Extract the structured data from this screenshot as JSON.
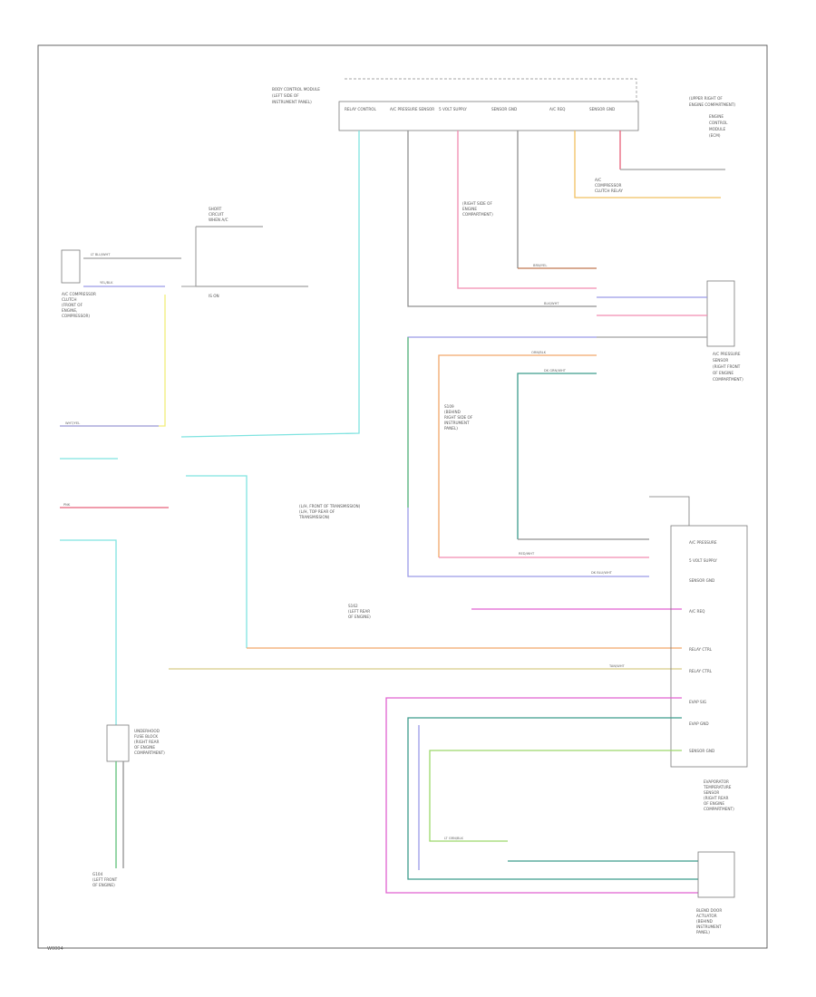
{
  "footer": {
    "code": "W0004"
  },
  "colors": {
    "cyan": "#7fe3e0",
    "yellow": "#f2ee7a",
    "violet": "#9b9be8",
    "pink": "#f28cb0",
    "red": "#e8607a",
    "orange": "#f2a86a",
    "tan": "#d8cc88",
    "green": "#5fbf7a",
    "teal": "#3c9c8c",
    "magenta": "#e060d0",
    "gray": "#808080",
    "gold": "#f0c060",
    "lime": "#9cd86a",
    "brown": "#c07850"
  },
  "top_connector": {
    "pins": [
      "RELAY CONTROL",
      "A/C PRESSURE SENSOR",
      "5 VOLT SUPPLY",
      "SENSOR GND",
      "A/C REQ",
      "SENSOR GND"
    ],
    "title": [
      "BODY CONTROL MODULE",
      "(LEFT SIDE OF",
      "INSTRUMENT PANEL)"
    ],
    "right_title": [
      "(UPPER RIGHT OF",
      "ENGINE COMPARTMENT)",
      "ENGINE",
      "CONTROL",
      "MODULE",
      "(ECM)"
    ]
  },
  "labels": {
    "compressor": [
      "A/C COMPRESSOR",
      "CLUTCH",
      "(FRONT OF",
      "ENGINE,",
      "COMPRESSOR)"
    ],
    "relay": [
      "A/C",
      "COMPRESSOR",
      "CLUTCH RELAY",
      "(RIGHT SIDE OF",
      "ENGINE",
      "COMPARTMENT)"
    ],
    "pressure_sensor": [
      "A/C PRESSURE",
      "SENSOR",
      "(RIGHT FRONT",
      "OF ENGINE",
      "COMPARTMENT)"
    ],
    "splice_top": [
      "S109",
      "(BEHIND",
      "RIGHT SIDE OF",
      "INSTRUMENT",
      "PANEL)"
    ],
    "splice_mid": [
      "S162",
      "(LEFT REAR",
      "OF ENGINE)"
    ],
    "fuse_block": [
      "UNDERHOOD",
      "FUSE BLOCK",
      "(RIGHT REAR",
      "OF ENGINE",
      "COMPARTMENT)"
    ],
    "trans_label": [
      "(L/H, FRONT OF TRANSMISSION)",
      "(L/H, TOP REAR OF",
      "TRANSMISSION)"
    ],
    "ground": [
      "G104",
      "(LEFT FRONT",
      "OF ENGINE)"
    ],
    "bottom_right": [
      "EVAPORATOR",
      "TEMPERATURE",
      "SENSOR",
      "(RIGHT REAR",
      "OF ENGINE",
      "COMPARTMENT)"
    ],
    "blend": [
      "BLEND DOOR",
      "ACTUATOR",
      "(BEHIND",
      "INSTRUMENT",
      "PANEL)"
    ],
    "sub_left": [
      "SHORT",
      "CIRCUIT",
      "WHEN A/C",
      "IS ON"
    ],
    "ecm_pins": [
      "A/C PRESSURE",
      "5 VOLT SUPPLY",
      "SENSOR GND",
      "A/C REQ",
      "RELAY CTRL",
      "RELAY CTRL",
      "EVAP SIG",
      "EVAP GND",
      "SENSOR GND"
    ],
    "wire_codes": [
      "LT BLU/WHT",
      "YEL/BLK",
      "BLK/WHT",
      "RED/WHT",
      "DK BLU/WHT",
      "DK GRN/WHT",
      "WHT/YEL",
      "ORN/BLK",
      "PNK",
      "TAN/WHT",
      "BRN/YEL",
      "LT GRN/BLK"
    ]
  }
}
